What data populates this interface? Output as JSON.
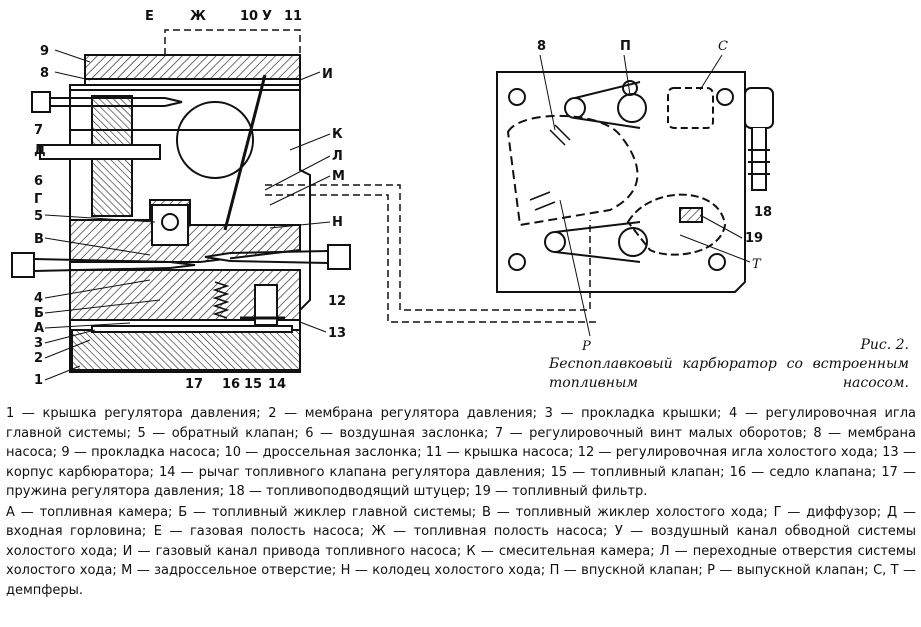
{
  "figure": {
    "left_labels": [
      "9",
      "8",
      "7",
      "Д",
      "6",
      "Г",
      "5",
      "В",
      "4",
      "Б",
      "А",
      "3",
      "2",
      "1"
    ],
    "top_labels": [
      "Е",
      "Ж",
      "10",
      "У",
      "11"
    ],
    "right_labels": [
      "И",
      "К",
      "Л",
      "М",
      "Н",
      "12",
      "13"
    ],
    "bottom_labels": [
      "17",
      "16",
      "15",
      "14"
    ],
    "plate_labels": [
      "8",
      "П",
      "С",
      "19",
      "Т",
      "Р",
      "18"
    ]
  },
  "caption": {
    "number": "Рис. 2.",
    "text": "Беспоплавковый карбюратор со встроенным топливным насосом."
  },
  "legend": {
    "numbered": "1 — крышка регулятора давления; 2 — мембрана регулятора давления; 3 — прокладка крышки; 4 — регулировочная игла главной системы; 5 — обратный клапан; 6 — воздушная заслонка; 7 — регулировочный винт малых оборотов; 8 — мембрана насоса; 9 — прокладка насоса; 10 — дроссельная заслонка; 11 — крышка насоса; 12 — регулировочная игла холостого хода; 13 — корпус карбюратора; 14 — рычаг топливного клапана регулятора давления; 15 — топливный клапан; 16 — седло клапана; 17 — пружина регулятора давления; 18 — топливоподводящий штуцер; 19 — топливный фильтр.",
    "lettered": "А — топливная камера; Б — топливный жиклер главной системы; В — топливный жиклер холостого хода; Г — диффузор; Д — входная горловина; Е — газовая полость насоса; Ж — топливная полость насоса; У — воздушный канал обводной системы холостого хода; И — газовый канал привода топливного насоса; К — смесительная камера; Л — переходные отверстия системы холостого хода; М — задроссельное отверстие; Н — колодец холостого хода; П — впускной клапан; Р — выпускной клапан; С, Т — демпферы."
  }
}
